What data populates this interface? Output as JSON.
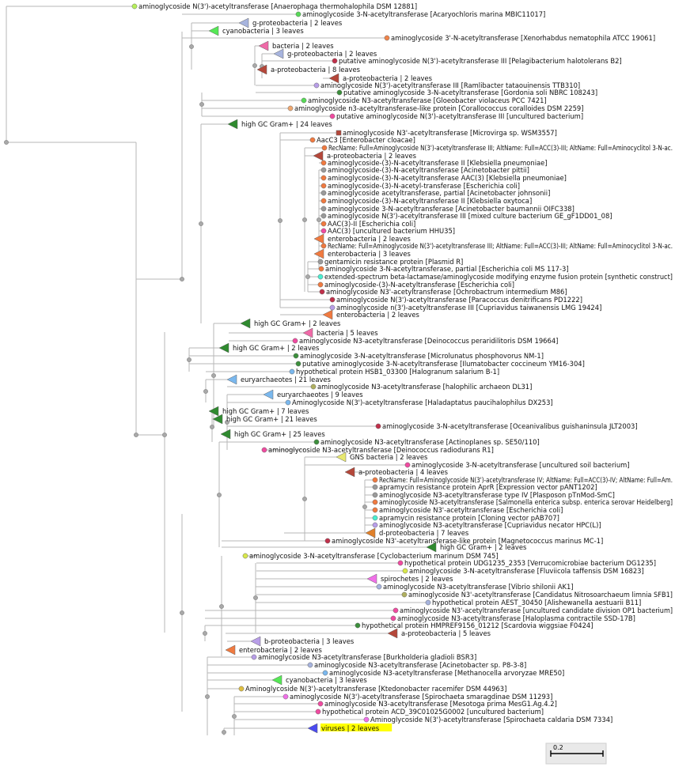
{
  "tree": {
    "scale_bar_label": "0.2",
    "highlight_color": "#ffff00",
    "leaves": [
      {
        "label": "aminoglycoside N(3')-acetyltransferase [Anaerophaga thermohalophila DSM 12881]",
        "color": "#b6f05a",
        "shape": "circle"
      },
      {
        "label": "aminoglycoside 3-N-acetyltransferase [Acaryochloris marina MBIC11017]",
        "color": "#57d957",
        "shape": "circle"
      },
      {
        "label": "g-proteobacteria | 2 leaves",
        "color": "#a7b4de",
        "shape": "triangle"
      },
      {
        "label": "cyanobacteria | 3 leaves",
        "color": "#55e855",
        "shape": "triangle"
      },
      {
        "label": "aminoglycoside 3'-N-acetyltransferase [Xenorhabdus nematophila ATCC 19061]",
        "color": "#f0844a",
        "shape": "circle"
      },
      {
        "label": "bacteria | 2 leaves",
        "color": "#f06aa8",
        "shape": "triangle"
      },
      {
        "label": "g-proteobacteria | 2 leaves",
        "color": "#a7b4de",
        "shape": "triangle"
      },
      {
        "label": "putative aminoglycoside N(3')-acetyltransferase III [Pelagibacterium halotolerans B2]",
        "color": "#c0304a",
        "shape": "circle"
      },
      {
        "label": "a-proteobacteria | 8 leaves",
        "color": "#b4473a",
        "shape": "triangle"
      },
      {
        "label": "a-proteobacteria | 2 leaves",
        "color": "#b4473a",
        "shape": "triangle"
      },
      {
        "label": "aminoglycoside N(3')-acetyltransferase III [Ramlibacter tataouinensis TTB310]",
        "color": "#b89ee8",
        "shape": "circle"
      },
      {
        "label": "putative aminoglycoside 3-N-acetyltransferase [Gordonia soli NBRC 108243]",
        "color": "#3c8f3c",
        "shape": "circle"
      },
      {
        "label": "aminoglycoside N3-acetyltransferase [Gloeobacter violaceus PCC 7421]",
        "color": "#57d957",
        "shape": "circle"
      },
      {
        "label": "aminoglycoside n3-acetyltransferase-like protein [Corallococcus coralloides DSM 2259]",
        "color": "#f0a870",
        "shape": "circle"
      },
      {
        "label": "putative aminoglycoside N(3')-acetyltransferase III [uncultured bacterium]",
        "color": "#f04aa0",
        "shape": "circle"
      },
      {
        "label": "high GC Gram+ | 24 leaves",
        "color": "#2f8a2f",
        "shape": "triangle"
      },
      {
        "label": "aminoglycoside N3'-acetyltransferase [Microvirga sp. WSM3557]",
        "color": "#b4473a",
        "shape": "square"
      },
      {
        "label": "AacC3 [Enterobacter cloacae]",
        "color": "#f07a40",
        "shape": "circle"
      },
      {
        "label": "RecName: Full=Aminoglycoside N(3')-acetyltransferase III; AltName: Full=ACC(3)-III; AltName: Full=Aminocyclitol 3-N-ac.",
        "color": "#f07a40",
        "shape": "circle"
      },
      {
        "label": "a-proteobacteria | 2 leaves",
        "color": "#b4473a",
        "shape": "triangle"
      },
      {
        "label": "aminoglycoside-(3)-N-acetyltransferase II [Klebsiella pneumoniae]",
        "color": "#f07a40",
        "shape": "circle"
      },
      {
        "label": "aminoglycoside-(3)-N-acetyltransferase [Acinetobacter pittii]",
        "color": "#9a9a9a",
        "shape": "circle"
      },
      {
        "label": "aminoglycoside-(3)-N-acetyltransferase AAC(3) [Klebsiella pneumoniae]",
        "color": "#f07a40",
        "shape": "circle"
      },
      {
        "label": "aminoglycoside-(3)-N-acetyl-transferase [Escherichia coli]",
        "color": "#f07a40",
        "shape": "circle"
      },
      {
        "label": "aminoglycoside acetyltransferase, partial [Acinetobacter johnsonii]",
        "color": "#9a9a9a",
        "shape": "circle"
      },
      {
        "label": "aminoglycoside-(3)-N-acetyltransferase II [Klebsiella oxytoca]",
        "color": "#f07a40",
        "shape": "circle"
      },
      {
        "label": "aminoglycoside 3-N-acetyltransferase [Acinetobacter baumannii OIFC338]",
        "color": "#9a9a9a",
        "shape": "circle"
      },
      {
        "label": "aminoglycoside N(3')-acetyltransferase III [mixed culture bacterium GE_gF1DD01_08]",
        "color": "#9a9a9a",
        "shape": "circle"
      },
      {
        "label": "AAC(3)-II [Escherichia coli]",
        "color": "#f07a40",
        "shape": "circle"
      },
      {
        "label": "AAC(3) [uncultured bacterium HHU35]",
        "color": "#f04aa0",
        "shape": "circle"
      },
      {
        "label": "enterobacteria | 2 leaves",
        "color": "#f07a40",
        "shape": "triangle"
      },
      {
        "label": "RecName: Full=Aminoglycoside N(3')-acetyltransferase III; AltName: Full=ACC(3)-III; AltName: Full=Aminocyclitol 3-N-ac.",
        "color": "#f07a40",
        "shape": "circle"
      },
      {
        "label": "enterobacteria | 3 leaves",
        "color": "#f07a40",
        "shape": "triangle"
      },
      {
        "label": "gentamicin resistance protein [Plasmid R]",
        "color": "#9a9a9a",
        "shape": "circle"
      },
      {
        "label": "aminoglycoside 3-N-acetyltransferase, partial [Escherichia coli MS 117-3]",
        "color": "#f07a40",
        "shape": "circle"
      },
      {
        "label": "extended-spectrum beta-lactamase/aminoglycoside modifying enzyme fusion protein [synthetic construct]",
        "color": "#4aeed0",
        "shape": "circle"
      },
      {
        "label": "aminoglycoside-(3)-N-acetyltransferase [Escherichia coli]",
        "color": "#f07a40",
        "shape": "circle"
      },
      {
        "label": "aminoglycoside N3'-acetyltransferase [Ochrobactrum intermedium M86]",
        "color": "#c0304a",
        "shape": "circle"
      },
      {
        "label": "aminoglycoside N(3')-acetyltransferase [Paracoccus denitrificans PD1222]",
        "color": "#c0304a",
        "shape": "circle"
      },
      {
        "label": "aminoglycoside n(3')-acetyltransferase III [Cupriavidus taiwanensis LMG 19424]",
        "color": "#b89ee8",
        "shape": "circle"
      },
      {
        "label": "enterobacteria | 2 leaves",
        "color": "#f07a40",
        "shape": "triangle"
      },
      {
        "label": "high GC Gram+ | 2 leaves",
        "color": "#2f8a2f",
        "shape": "triangle"
      },
      {
        "label": "bacteria | 5 leaves",
        "color": "#f06aa8",
        "shape": "triangle"
      },
      {
        "label": "aminoglycoside N3-acetyltransferase [Deinococcus peraridilitoris DSM 19664]",
        "color": "#f04aa0",
        "shape": "circle"
      },
      {
        "label": "high GC Gram+ | 2 leaves",
        "color": "#2f8a2f",
        "shape": "triangle"
      },
      {
        "label": "aminoglycoside 3-N-acetyltransferase [Microlunatus phosphovorus NM-1]",
        "color": "#3c8f3c",
        "shape": "circle"
      },
      {
        "label": "putative aminoglycoside 3-N-acetyltransferase [Ilumatobacter coccineum YM16-304]",
        "color": "#3c8f3c",
        "shape": "circle"
      },
      {
        "label": "hypothetical protein HSB1_03300 [Halogranum salarium B-1]",
        "color": "#7ab8ee",
        "shape": "circle"
      },
      {
        "label": "euryarchaeotes | 21 leaves",
        "color": "#7ab8ee",
        "shape": "triangle"
      },
      {
        "label": "aminoglycoside N3-acetyltransferase [halophilic archaeon DL31]",
        "color": "#b0b060",
        "shape": "circle"
      },
      {
        "label": "euryarchaeotes | 9 leaves",
        "color": "#7ab8ee",
        "shape": "triangle"
      },
      {
        "label": "Aminoglycoside N(3')-acetyltransferase [Haladaptatus paucihalophilus DX253]",
        "color": "#7ab8ee",
        "shape": "circle"
      },
      {
        "label": "high GC Gram+ | 7 leaves",
        "color": "#2f8a2f",
        "shape": "triangle"
      },
      {
        "label": "high GC Gram+ | 21 leaves",
        "color": "#2f8a2f",
        "shape": "triangle"
      },
      {
        "label": "aminoglycoside 3-N-acetyltransferase [Oceanivalibus guishaninsula JLT2003]",
        "color": "#c0304a",
        "shape": "circle"
      },
      {
        "label": "high GC Gram+ | 25 leaves",
        "color": "#2f8a2f",
        "shape": "triangle"
      },
      {
        "label": "aminoglycoside N3-acetyltransferase [Actinoplanes sp. SE50/110]",
        "color": "#3c8f3c",
        "shape": "circle"
      },
      {
        "label": "aminoglycoside N3-acetyltransferase [Deinococcus radiodurans R1]",
        "color": "#f04aa0",
        "shape": "circle"
      },
      {
        "label": "GNS bacteria | 2 leaves",
        "color": "#e8e870",
        "shape": "triangle"
      },
      {
        "label": "aminoglycoside 3-N-acetyltransferase [uncultured soil bacterium]",
        "color": "#f04aa0",
        "shape": "circle"
      },
      {
        "label": "a-proteobacteria | 4 leaves",
        "color": "#b4473a",
        "shape": "triangle"
      },
      {
        "label": "RecName: Full=Aminoglycoside N(3')-acetyltransferase IV; AltName: Full=ACC(3)-IV; AltName: Full=Am.",
        "color": "#f07a40",
        "shape": "circle"
      },
      {
        "label": "apramycin resistance protein AprR [Expression vector pANT1202]",
        "color": "#9a9a9a",
        "shape": "circle"
      },
      {
        "label": "aminoglycoside N3-acetyltransferase type IV [Plasposon pTnMod-SmC]",
        "color": "#9a9a9a",
        "shape": "circle"
      },
      {
        "label": "aminoglycoside N3-acetyltransferase [Salmonella enterica subsp. enterica serovar Heidelberg]",
        "color": "#f07a40",
        "shape": "circle"
      },
      {
        "label": "aminoglycoside N3'-acetyltransferase [Escherichia coli]",
        "color": "#f07a40",
        "shape": "circle"
      },
      {
        "label": "apramycin resistance protein [Cloning vector pAB707]",
        "color": "#4aeed0",
        "shape": "circle"
      },
      {
        "label": "aminoglycoside N3-acetyltransferase [Cupriavidus necator HPC(L)]",
        "color": "#b89ee8",
        "shape": "circle"
      },
      {
        "label": "d-proteobacteria | 7 leaves",
        "color": "#e0802a",
        "shape": "triangle"
      },
      {
        "label": "aminoglycoside N3'-acetyltransferase-like protein [Magnetococcus marinus MC-1]",
        "color": "#c0304a",
        "shape": "circle"
      },
      {
        "label": "high GC Gram+ | 2 leaves",
        "color": "#2f8a2f",
        "shape": "triangle"
      },
      {
        "label": "aminoglycoside 3-N-acetyltransferase [Cyclobacterium marinum DSM 745]",
        "color": "#d8e84a",
        "shape": "circle"
      },
      {
        "label": "hypothetical protein UDG1235_2353 [Verrucomicrobiae bacterium DG1235]",
        "color": "#f04aa0",
        "shape": "circle"
      },
      {
        "label": "aminoglycoside 3-N-acetyltransferase [Fluviicola taffensis DSM 16823]",
        "color": "#d8e84a",
        "shape": "circle"
      },
      {
        "label": "spirochetes | 2 leaves",
        "color": "#f070e8",
        "shape": "triangle"
      },
      {
        "label": "aminoglycoside N3-acetyltransferase [Vibrio shilonii AK1]",
        "color": "#a7b4de",
        "shape": "circle"
      },
      {
        "label": "aminoglycoside N3'-acetyltransferase [Candidatus Nitrosoarchaeum limnia SFB1]",
        "color": "#b0b060",
        "shape": "circle"
      },
      {
        "label": "hypothetical protein AEST_30450 [Alishewanella aestuarii B11]",
        "color": "#a7b4de",
        "shape": "circle"
      },
      {
        "label": "aminoglycoside N3'-acetyltransferase [uncultured candidate division OP1 bacterium]",
        "color": "#f04aa0",
        "shape": "circle"
      },
      {
        "label": "aminoglycoside N3-acetyltransferase [Haloplasma contractile SSD-17B]",
        "color": "#f04aa0",
        "shape": "circle"
      },
      {
        "label": "hypothetical protein HMPREF9156_01212 [Scardovia wiggsiae F0424]",
        "color": "#3c8f3c",
        "shape": "circle"
      },
      {
        "label": "a-proteobacteria | 5 leaves",
        "color": "#b4473a",
        "shape": "triangle"
      },
      {
        "label": "b-proteobacteria | 3 leaves",
        "color": "#b89ee8",
        "shape": "triangle"
      },
      {
        "label": "enterobacteria | 2 leaves",
        "color": "#f07a40",
        "shape": "triangle"
      },
      {
        "label": "aminoglycoside N3-acetyltransferase [Burkholderia gladioli BSR3]",
        "color": "#b89ee8",
        "shape": "circle"
      },
      {
        "label": "aminoglycoside N3-acetyltransferase [Acinetobacter sp. P8-3-8]",
        "color": "#a7b4de",
        "shape": "circle"
      },
      {
        "label": "aminoglycoside N3-acetyltransferase [Methanocella arvoryzae MRE50]",
        "color": "#7ab8ee",
        "shape": "circle"
      },
      {
        "label": "cyanobacteria | 3 leaves",
        "color": "#55e855",
        "shape": "triangle"
      },
      {
        "label": "Aminoglycoside N(3')-acetyltransferase [Ktedonobacter racemifer DSM 44963]",
        "color": "#e0c040",
        "shape": "circle"
      },
      {
        "label": "aminoglycoside N(3')-acetyltransferase [Spirochaeta smaragdinae DSM 11293]",
        "color": "#f070e8",
        "shape": "circle"
      },
      {
        "label": "aminoglycoside N3-acetyltransferase [Mesotoga prima MesG1.Ag.4.2]",
        "color": "#f04aa0",
        "shape": "circle"
      },
      {
        "label": "hypothetical protein ACD_39C01025G0002 [uncultured bacterium]",
        "color": "#f04aa0",
        "shape": "circle"
      },
      {
        "label": "Aminoglycoside N(3')-acetyltransferase [Spirochaeta caldaria DSM 7334]",
        "color": "#f070e8",
        "shape": "circle"
      },
      {
        "label": "viruses | 2 leaves",
        "color": "#4a4af0",
        "shape": "triangle",
        "highlight": true
      }
    ]
  }
}
